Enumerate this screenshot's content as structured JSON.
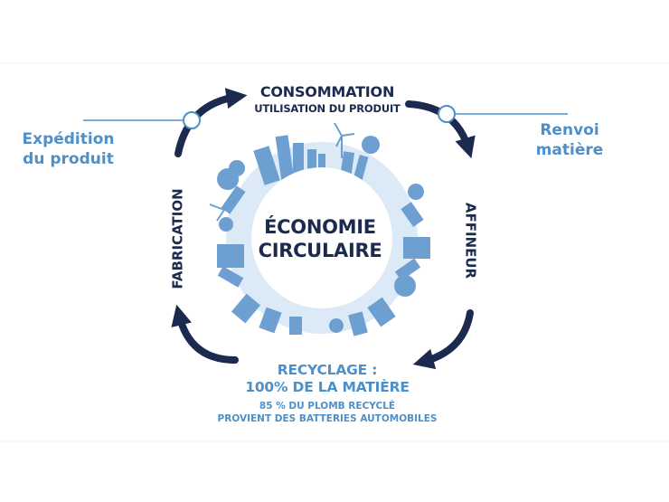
{
  "nodes": {
    "consommation": {
      "title": "CONSOMMATION",
      "subtitle": "UTILISATION DU PRODUIT"
    },
    "affineur": "AFFINEUR",
    "fabrication": "FABRICATION",
    "recyclage": {
      "line1": "RECYCLAGE :",
      "line2": "100% DE LA MATIÈRE",
      "note1": "85 % DU PLOMB RECYCLÉ",
      "note2": "PROVIENT DES BATTERIES AUTOMOBILES"
    }
  },
  "side_labels": {
    "expedition": "Expédition\ndu produit",
    "renvoi": "Renvoi\nmatière"
  },
  "center": {
    "title": "ÉCONOMIE\nCIRCULAIRE"
  },
  "colors": {
    "navy": "#1b2a4e",
    "accent_blue": "#4f8fc7",
    "light_blue": "#7fb0dc",
    "background": "#ffffff"
  },
  "icons": {
    "center": "city-skyline-circle-icon",
    "cycle": "circular-arrows-icon"
  }
}
